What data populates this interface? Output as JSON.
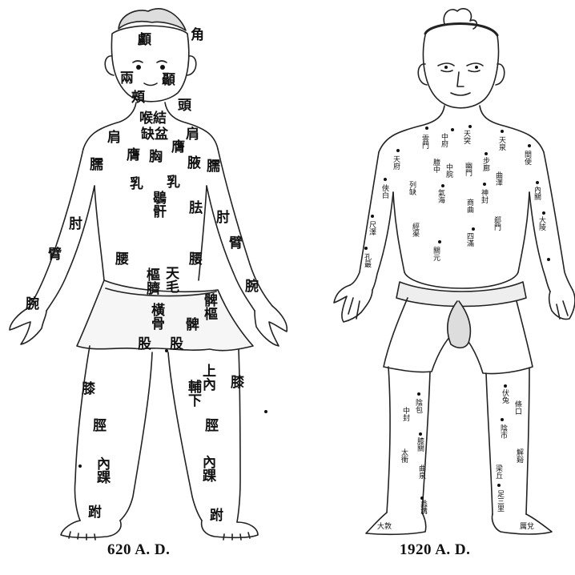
{
  "figures": [
    {
      "caption": "620 A. D.",
      "labels": {
        "head_top": "顱",
        "head_right": "角",
        "temple": "顳",
        "cheek_left": "兩",
        "cheek": "頰",
        "neck": "頭",
        "throat": "喉結",
        "basin": "缺盆",
        "shoulder_left": "肩",
        "shoulder_right": "肩",
        "chest_left": "膺",
        "chest": "胸",
        "chest_right": "膺",
        "axilla": "腋",
        "arm_upper_left": "臑",
        "arm_upper_right": "臑",
        "nipple_left": "乳",
        "nipple_right": "乳",
        "sternum": "鶡骭",
        "ribs": "胠",
        "elbow_left": "肘",
        "elbow_right": "肘",
        "forearm_left": "臂",
        "forearm_right": "臂",
        "waist_left": "腰",
        "waist_right": "腰",
        "pubic_hair": "天毛",
        "navel": "樞臍",
        "wrist_left": "腕",
        "wrist_right": "腕",
        "hip_right": "髀樞",
        "pubic_bone": "橫骨",
        "thigh_joint": "髀",
        "groin_left": "股",
        "groin_right": "股",
        "knee_left": "膝",
        "knee_right": "膝",
        "upper_inner": "上內",
        "assist": "輔下",
        "shin_left": "脛",
        "shin_right": "脛",
        "inner_ankle_left": "內踝",
        "inner_ankle_right": "內踝",
        "foot_left": "跗",
        "foot_right": "跗"
      }
    },
    {
      "caption": "1920 A. D.",
      "labels": {
        "l1": "雲門",
        "l2": "天府",
        "l3": "俠白",
        "l4": "尺澤",
        "l5": "孔最",
        "l6": "列缺",
        "l7": "經渠",
        "c1": "中府",
        "c2": "膻中",
        "c3": "中脘",
        "c4": "氣海",
        "c5": "關元",
        "r1": "天突",
        "r2": "步廊",
        "r3": "神封",
        "r4": "幽門",
        "r5": "商曲",
        "r6": "四滿",
        "ra1": "天泉",
        "ra2": "曲澤",
        "ra3": "郄門",
        "ra4": "間使",
        "ra5": "內關",
        "ra6": "大陵",
        "legL1": "陰包",
        "legL2": "膝關",
        "legL3": "曲泉",
        "legL4": "蠡溝",
        "legL5": "中封",
        "legL6": "太衝",
        "legR1": "伏兔",
        "legR2": "陰市",
        "legR3": "梁丘",
        "legR4": "足三里",
        "legR5": "條口",
        "legR6": "解谿",
        "foot_left": "大敦",
        "foot_right": "厲兌"
      }
    }
  ]
}
